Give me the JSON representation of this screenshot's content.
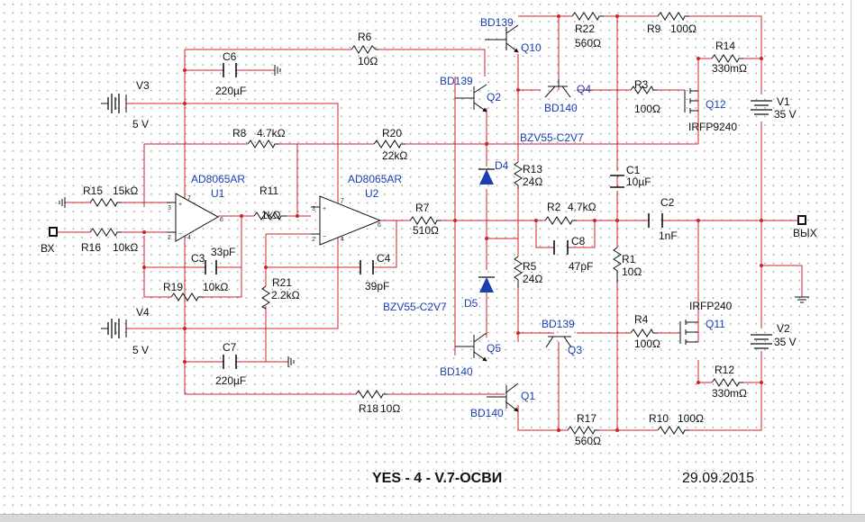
{
  "colors": {
    "wire": "#d0202a",
    "wire_dark": "#111111",
    "label": "#111111",
    "part_label": "#1a3fb3",
    "junction": "#d0202a"
  },
  "footer": {
    "title": "YES - 4 - V.7-ОСВИ",
    "date": "29.09.2015"
  },
  "ports": {
    "input": "ВХ",
    "output": "ВЫХ"
  },
  "opamps": {
    "u1": {
      "ref": "U1",
      "model": "AD8065AR"
    },
    "u2": {
      "ref": "U2",
      "model": "AD8065AR"
    }
  },
  "transistors": {
    "q1": {
      "ref": "Q1",
      "model": "BD140"
    },
    "q2": {
      "ref": "Q2",
      "model": "BD139"
    },
    "q3": {
      "ref": "Q3",
      "model": "BD139"
    },
    "q4": {
      "ref": "Q4",
      "model": "BD140"
    },
    "q5": {
      "ref": "Q5",
      "model": "BD140"
    },
    "q10": {
      "ref": "Q10",
      "model": "BD139"
    },
    "q11": {
      "ref": "Q11",
      "model": "IRFP240"
    },
    "q12": {
      "ref": "Q12",
      "model": "IRFP9240"
    }
  },
  "diodes": {
    "d4": {
      "ref": "D4",
      "model": "BZV55-C2V7"
    },
    "d5": {
      "ref": "D5",
      "model": "BZV55-C2V7"
    }
  },
  "sources": {
    "v1": {
      "ref": "V1",
      "value": "35 V"
    },
    "v2": {
      "ref": "V2",
      "value": "35 V"
    },
    "v3": {
      "ref": "V3",
      "value": "5 V"
    },
    "v4": {
      "ref": "V4",
      "value": "5 V"
    }
  },
  "resistors": {
    "r1": {
      "ref": "R1",
      "value": "10Ω"
    },
    "r2": {
      "ref": "R2",
      "value": "4.7kΩ"
    },
    "r3": {
      "ref": "R3",
      "value": "100Ω"
    },
    "r4": {
      "ref": "R4",
      "value": "100Ω"
    },
    "r5": {
      "ref": "R5",
      "value": "24Ω"
    },
    "r6": {
      "ref": "R6",
      "value": "10Ω"
    },
    "r7": {
      "ref": "R7",
      "value": "510Ω"
    },
    "r8": {
      "ref": "R8",
      "value": "4.7kΩ"
    },
    "r9": {
      "ref": "R9",
      "value": "100Ω"
    },
    "r10": {
      "ref": "R10",
      "value": "100Ω"
    },
    "r11": {
      "ref": "R11",
      "value": "1kΩ"
    },
    "r12": {
      "ref": "R12",
      "value": "330mΩ"
    },
    "r13": {
      "ref": "R13",
      "value": "24Ω"
    },
    "r14": {
      "ref": "R14",
      "value": "330mΩ"
    },
    "r15": {
      "ref": "R15",
      "value": "15kΩ"
    },
    "r16": {
      "ref": "R16",
      "value": "10kΩ"
    },
    "r17": {
      "ref": "R17",
      "value": "560Ω"
    },
    "r18": {
      "ref": "R18",
      "value": "10Ω"
    },
    "r19": {
      "ref": "R19",
      "value": "10kΩ"
    },
    "r20": {
      "ref": "R20",
      "value": "22kΩ"
    },
    "r21": {
      "ref": "R21",
      "value": "2.2kΩ"
    },
    "r22": {
      "ref": "R22",
      "value": "560Ω"
    }
  },
  "capacitors": {
    "c1": {
      "ref": "C1",
      "value": "10µF"
    },
    "c2": {
      "ref": "C2",
      "value": "1nF"
    },
    "c3": {
      "ref": "C3",
      "value": "33pF"
    },
    "c4": {
      "ref": "C4",
      "value": "39pF"
    },
    "c6": {
      "ref": "C6",
      "value": "220µF"
    },
    "c7": {
      "ref": "C7",
      "value": "220µF"
    },
    "c8": {
      "ref": "C8",
      "value": "47pF"
    }
  }
}
